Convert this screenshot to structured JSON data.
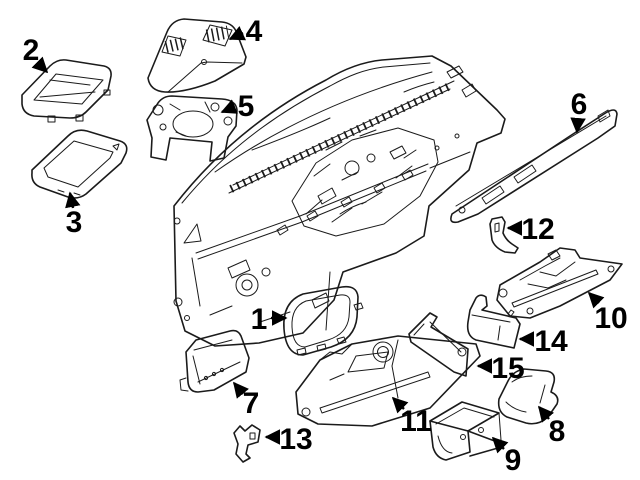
{
  "figure": {
    "background": "#ffffff",
    "stroke_color": "#1b1b1b",
    "label_color": "#000000"
  },
  "callouts": {
    "c1": {
      "label": "1"
    },
    "c2": {
      "label": "2"
    },
    "c3": {
      "label": "3"
    },
    "c4": {
      "label": "4"
    },
    "c5": {
      "label": "5"
    },
    "c6": {
      "label": "6"
    },
    "c7": {
      "label": "7"
    },
    "c8": {
      "label": "8"
    },
    "c9": {
      "label": "9"
    },
    "c10": {
      "label": "10"
    },
    "c11": {
      "label": "11"
    },
    "c12": {
      "label": "12"
    },
    "c13": {
      "label": "13"
    },
    "c14": {
      "label": "14"
    },
    "c15": {
      "label": "15"
    }
  }
}
